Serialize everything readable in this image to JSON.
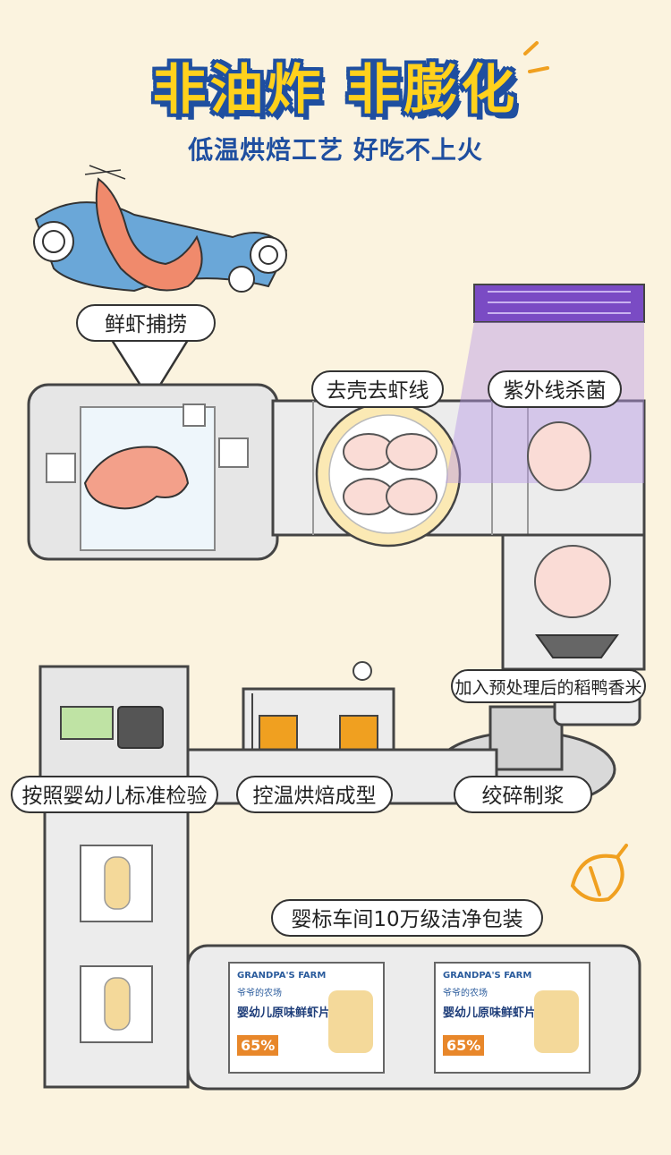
{
  "header": {
    "title": "非油炸 非膨化",
    "subtitle": "低温烘焙工艺 好吃不上火"
  },
  "steps": [
    {
      "label": "鲜虾捕捞"
    },
    {
      "label": "去壳去虾线"
    },
    {
      "label": "紫外线杀菌"
    },
    {
      "label": "加入预处理后的稻鸭香米"
    },
    {
      "label": "绞碎制浆"
    },
    {
      "label": "控温烘焙成型"
    },
    {
      "label": "按照婴幼儿标准检验"
    },
    {
      "label": "婴标车间10万级洁净包装"
    }
  ],
  "product": {
    "brand": "GRANDPA'S FARM",
    "brand_cn": "爷爷的农场",
    "name": "婴幼儿原味鲜虾片",
    "percent": "65%"
  },
  "colors": {
    "title_fill": "#ffd11c",
    "title_outline": "#1f4fa0",
    "background": "#fbf3df",
    "uv_purple": "#7a4bc4",
    "oven_orange": "#f0a020"
  }
}
